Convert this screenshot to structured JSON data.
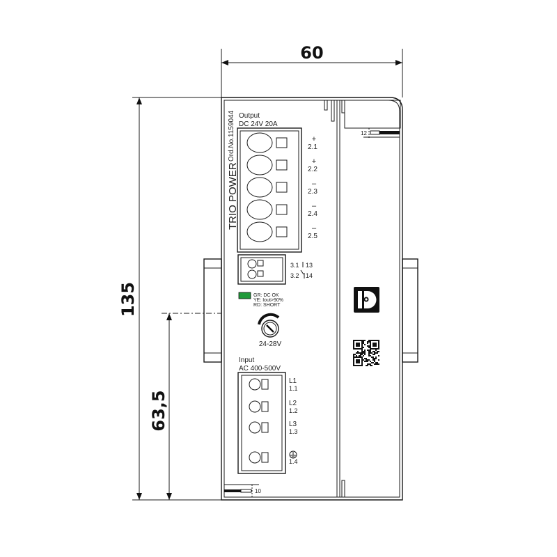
{
  "dimensions": {
    "width": "60",
    "height": "135",
    "rail_height": "63,5",
    "strip_top": "12",
    "strip_bottom": "10"
  },
  "product": {
    "brand": "TRIO POWER",
    "order_no": "Ord.No.1159044"
  },
  "output": {
    "title": "Output",
    "rating": "DC 24V 20A",
    "terminals": [
      {
        "sign": "+",
        "label": "2.1"
      },
      {
        "sign": "+",
        "label": "2.2"
      },
      {
        "sign": "–",
        "label": "2.3"
      },
      {
        "sign": "–",
        "label": "2.4"
      },
      {
        "sign": "–",
        "label": "2.5"
      }
    ]
  },
  "relay": {
    "contacts": [
      {
        "a": "3.1",
        "b": "13"
      },
      {
        "a": "3.2",
        "b": "14"
      }
    ]
  },
  "led": {
    "color": "#1f9a3a",
    "lines": [
      "GR: DC OK",
      "YE: Iout>90%",
      "RD: SHORT"
    ]
  },
  "potentiometer": {
    "range": "24-28V"
  },
  "input": {
    "title": "Input",
    "rating": "AC 400-500V",
    "terminals": [
      {
        "name": "L1",
        "label": "1.1"
      },
      {
        "name": "L2",
        "label": "1.2"
      },
      {
        "name": "L3",
        "label": "1.3"
      },
      {
        "name": "ground",
        "label": "1.4"
      }
    ]
  }
}
